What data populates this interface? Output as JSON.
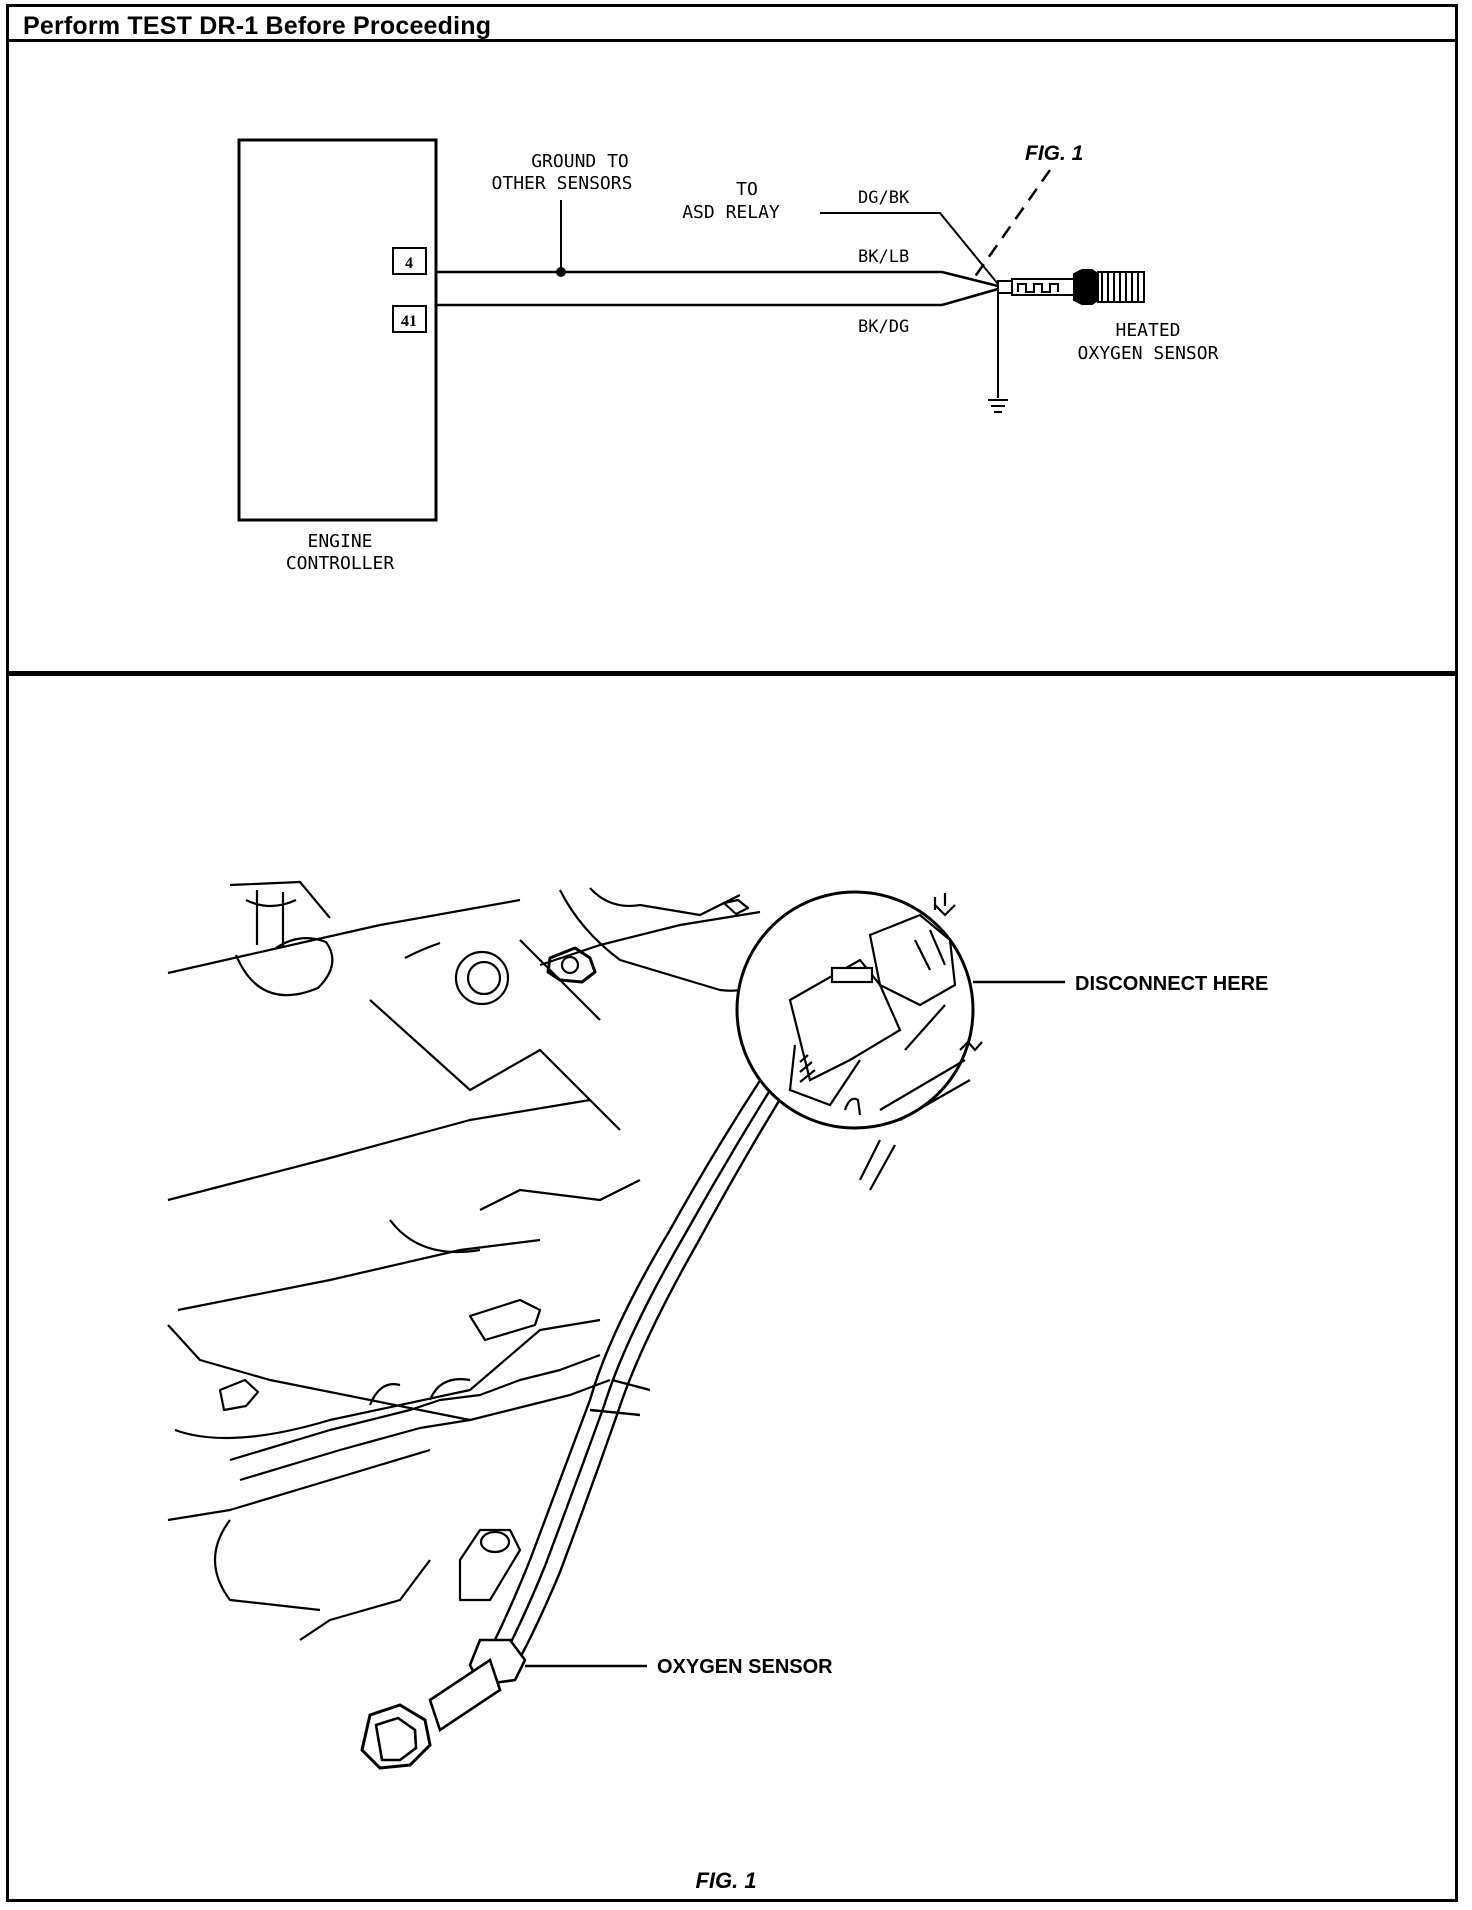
{
  "header": {
    "title": "Perform TEST DR-1 Before Proceeding"
  },
  "schematic": {
    "engine_controller_label": [
      "ENGINE",
      "CONTROLLER"
    ],
    "pins": [
      "4",
      "41"
    ],
    "ground_label": [
      "GROUND TO",
      "OTHER SENSORS"
    ],
    "asd_label": [
      "TO",
      "ASD RELAY"
    ],
    "wire_labels": {
      "dg_bk": "DG/BK",
      "bk_lb": "BK/LB",
      "bk_dg": "BK/DG"
    },
    "sensor_label": [
      "HEATED",
      "OXYGEN SENSOR"
    ],
    "fig_callout": "FIG. 1"
  },
  "illustration": {
    "callouts": {
      "disconnect": "DISCONNECT HERE",
      "oxygen_sensor": "OXYGEN SENSOR"
    },
    "caption": "FIG. 1"
  }
}
